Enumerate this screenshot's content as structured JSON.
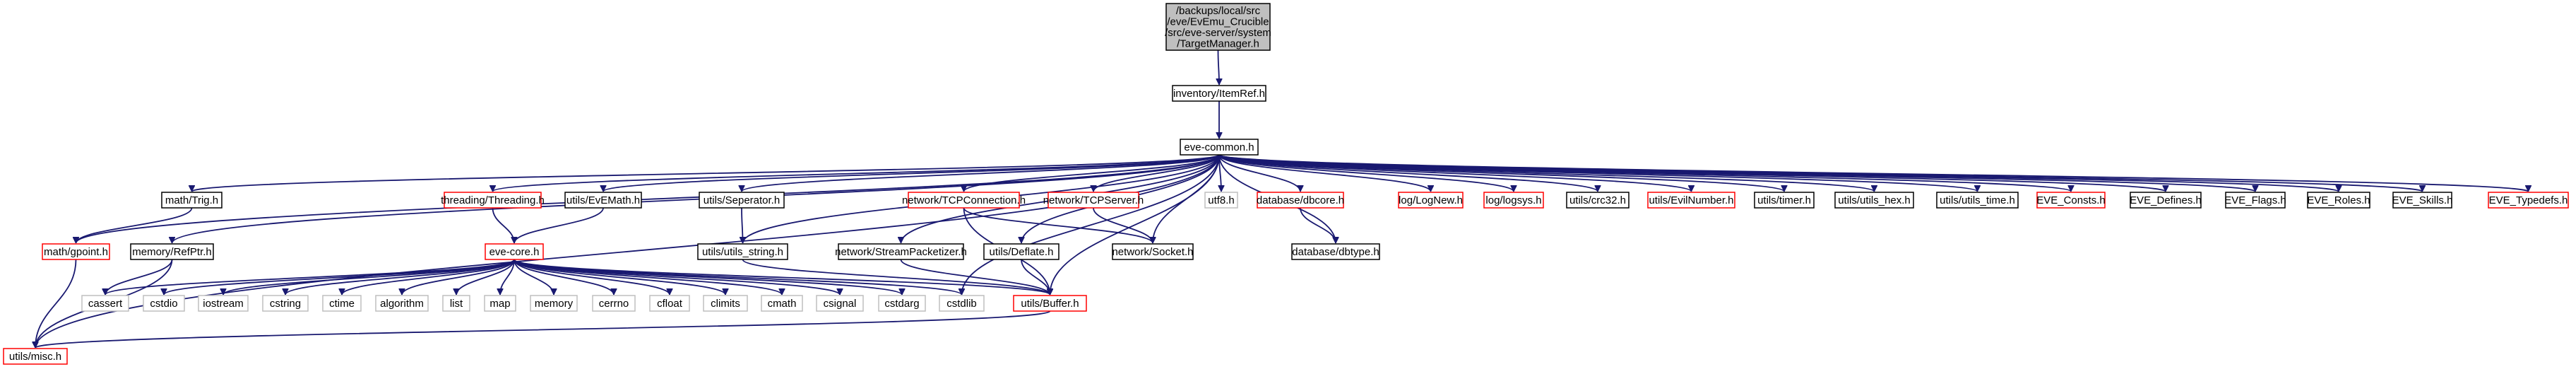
{
  "colors": {
    "root_fill": "#bfbfbf",
    "node_fill": "#ffffff",
    "border_normal": "#000000",
    "border_undocumented": "#ff0000",
    "border_system": "#bfbfbf",
    "edge": "#191970"
  },
  "nodes": [
    {
      "id": "root",
      "lines": [
        "/backups/local/src",
        "/eve/EvEmu_Crucible",
        "/src/eve-server/system",
        "/TargetManager.h"
      ],
      "style": "root"
    },
    {
      "id": "itemref",
      "lines": [
        "inventory/ItemRef.h"
      ],
      "style": "normal"
    },
    {
      "id": "evecommon",
      "lines": [
        "eve-common.h"
      ],
      "style": "normal"
    },
    {
      "id": "trig",
      "lines": [
        "math/Trig.h"
      ],
      "style": "normal"
    },
    {
      "id": "gpoint",
      "lines": [
        "math/gpoint.h"
      ],
      "style": "undocumented"
    },
    {
      "id": "threading",
      "lines": [
        "threading/Threading.h"
      ],
      "style": "undocumented"
    },
    {
      "id": "evemath",
      "lines": [
        "utils/EvEMath.h"
      ],
      "style": "normal"
    },
    {
      "id": "separator",
      "lines": [
        "utils/Seperator.h"
      ],
      "style": "normal"
    },
    {
      "id": "tcpconn",
      "lines": [
        "network/TCPConnection.h"
      ],
      "style": "undocumented"
    },
    {
      "id": "tcpserver",
      "lines": [
        "network/TCPServer.h"
      ],
      "style": "undocumented"
    },
    {
      "id": "utf8",
      "lines": [
        "utf8.h"
      ],
      "style": "system"
    },
    {
      "id": "dbcore",
      "lines": [
        "database/dbcore.h"
      ],
      "style": "undocumented"
    },
    {
      "id": "lognew",
      "lines": [
        "log/LogNew.h"
      ],
      "style": "undocumented"
    },
    {
      "id": "logsys",
      "lines": [
        "log/logsys.h"
      ],
      "style": "undocumented"
    },
    {
      "id": "crc32",
      "lines": [
        "utils/crc32.h"
      ],
      "style": "normal"
    },
    {
      "id": "evilnumber",
      "lines": [
        "utils/EvilNumber.h"
      ],
      "style": "undocumented"
    },
    {
      "id": "timer",
      "lines": [
        "utils/timer.h"
      ],
      "style": "normal"
    },
    {
      "id": "utilshex",
      "lines": [
        "utils/utils_hex.h"
      ],
      "style": "normal"
    },
    {
      "id": "utilstime",
      "lines": [
        "utils/utils_time.h"
      ],
      "style": "normal"
    },
    {
      "id": "consts",
      "lines": [
        "EVE_Consts.h"
      ],
      "style": "undocumented"
    },
    {
      "id": "defines",
      "lines": [
        "EVE_Defines.h"
      ],
      "style": "normal"
    },
    {
      "id": "flags",
      "lines": [
        "EVE_Flags.h"
      ],
      "style": "normal"
    },
    {
      "id": "roles",
      "lines": [
        "EVE_Roles.h"
      ],
      "style": "normal"
    },
    {
      "id": "skills",
      "lines": [
        "EVE_Skills.h"
      ],
      "style": "normal"
    },
    {
      "id": "typedefs",
      "lines": [
        "EVE_Typedefs.h"
      ],
      "style": "undocumented"
    },
    {
      "id": "refptr",
      "lines": [
        "memory/RefPtr.h"
      ],
      "style": "normal"
    },
    {
      "id": "evecore",
      "lines": [
        "eve-core.h"
      ],
      "style": "undocumented"
    },
    {
      "id": "utilsstring",
      "lines": [
        "utils/utils_string.h"
      ],
      "style": "normal"
    },
    {
      "id": "streampack",
      "lines": [
        "network/StreamPacketizer.h"
      ],
      "style": "normal"
    },
    {
      "id": "deflate",
      "lines": [
        "utils/Deflate.h"
      ],
      "style": "normal"
    },
    {
      "id": "socket",
      "lines": [
        "network/Socket.h"
      ],
      "style": "normal"
    },
    {
      "id": "dbtype",
      "lines": [
        "database/dbtype.h"
      ],
      "style": "normal"
    },
    {
      "id": "cassert",
      "lines": [
        "cassert"
      ],
      "style": "system"
    },
    {
      "id": "cstdio",
      "lines": [
        "cstdio"
      ],
      "style": "system"
    },
    {
      "id": "iostream",
      "lines": [
        "iostream"
      ],
      "style": "system"
    },
    {
      "id": "cstring",
      "lines": [
        "cstring"
      ],
      "style": "system"
    },
    {
      "id": "ctime",
      "lines": [
        "ctime"
      ],
      "style": "system"
    },
    {
      "id": "algorithm",
      "lines": [
        "algorithm"
      ],
      "style": "system"
    },
    {
      "id": "list",
      "lines": [
        "list"
      ],
      "style": "system"
    },
    {
      "id": "map",
      "lines": [
        "map"
      ],
      "style": "system"
    },
    {
      "id": "memory",
      "lines": [
        "memory"
      ],
      "style": "system"
    },
    {
      "id": "cerrno",
      "lines": [
        "cerrno"
      ],
      "style": "system"
    },
    {
      "id": "cfloat",
      "lines": [
        "cfloat"
      ],
      "style": "system"
    },
    {
      "id": "climits",
      "lines": [
        "climits"
      ],
      "style": "system"
    },
    {
      "id": "cmath",
      "lines": [
        "cmath"
      ],
      "style": "system"
    },
    {
      "id": "csignal",
      "lines": [
        "csignal"
      ],
      "style": "system"
    },
    {
      "id": "cstdarg",
      "lines": [
        "cstdarg"
      ],
      "style": "system"
    },
    {
      "id": "cstdlib",
      "lines": [
        "cstdlib"
      ],
      "style": "system"
    },
    {
      "id": "buffer",
      "lines": [
        "utils/Buffer.h"
      ],
      "style": "undocumented"
    },
    {
      "id": "misc",
      "lines": [
        "utils/misc.h"
      ],
      "style": "undocumented"
    }
  ],
  "edges": [
    [
      "root",
      "itemref"
    ],
    [
      "itemref",
      "evecommon"
    ],
    [
      "evecommon",
      "misc"
    ],
    [
      "evecommon",
      "gpoint"
    ],
    [
      "evecommon",
      "trig"
    ],
    [
      "evecommon",
      "refptr"
    ],
    [
      "evecommon",
      "threading"
    ],
    [
      "evecommon",
      "evemath"
    ],
    [
      "evecommon",
      "utilsstring"
    ],
    [
      "evecommon",
      "separator"
    ],
    [
      "evecommon",
      "cstdlib"
    ],
    [
      "evecommon",
      "buffer"
    ],
    [
      "evecommon",
      "streampack"
    ],
    [
      "evecommon",
      "deflate"
    ],
    [
      "evecommon",
      "tcpconn"
    ],
    [
      "evecommon",
      "tcpserver"
    ],
    [
      "evecommon",
      "socket"
    ],
    [
      "evecommon",
      "utf8"
    ],
    [
      "evecommon",
      "dbcore"
    ],
    [
      "evecommon",
      "dbtype"
    ],
    [
      "evecommon",
      "lognew"
    ],
    [
      "evecommon",
      "logsys"
    ],
    [
      "evecommon",
      "crc32"
    ],
    [
      "evecommon",
      "evilnumber"
    ],
    [
      "evecommon",
      "timer"
    ],
    [
      "evecommon",
      "utilshex"
    ],
    [
      "evecommon",
      "utilstime"
    ],
    [
      "evecommon",
      "consts"
    ],
    [
      "evecommon",
      "defines"
    ],
    [
      "evecommon",
      "flags"
    ],
    [
      "evecommon",
      "roles"
    ],
    [
      "evecommon",
      "skills"
    ],
    [
      "evecommon",
      "typedefs"
    ],
    [
      "trig",
      "gpoint"
    ],
    [
      "gpoint",
      "misc"
    ],
    [
      "refptr",
      "cassert"
    ],
    [
      "refptr",
      "misc"
    ],
    [
      "threading",
      "evecore"
    ],
    [
      "evemath",
      "evecore"
    ],
    [
      "separator",
      "utilsstring"
    ],
    [
      "utilsstring",
      "buffer"
    ],
    [
      "evecore",
      "cassert"
    ],
    [
      "evecore",
      "cstdio"
    ],
    [
      "evecore",
      "iostream"
    ],
    [
      "evecore",
      "cstring"
    ],
    [
      "evecore",
      "ctime"
    ],
    [
      "evecore",
      "algorithm"
    ],
    [
      "evecore",
      "list"
    ],
    [
      "evecore",
      "map"
    ],
    [
      "evecore",
      "memory"
    ],
    [
      "evecore",
      "cerrno"
    ],
    [
      "evecore",
      "cfloat"
    ],
    [
      "evecore",
      "climits"
    ],
    [
      "evecore",
      "cmath"
    ],
    [
      "evecore",
      "csignal"
    ],
    [
      "evecore",
      "cstdarg"
    ],
    [
      "evecore",
      "cstdlib"
    ],
    [
      "evecore",
      "buffer"
    ],
    [
      "streampack",
      "buffer"
    ],
    [
      "deflate",
      "buffer"
    ],
    [
      "tcpconn",
      "buffer"
    ],
    [
      "tcpconn",
      "socket"
    ],
    [
      "tcpserver",
      "socket"
    ],
    [
      "dbcore",
      "dbtype"
    ],
    [
      "buffer",
      "misc"
    ]
  ]
}
